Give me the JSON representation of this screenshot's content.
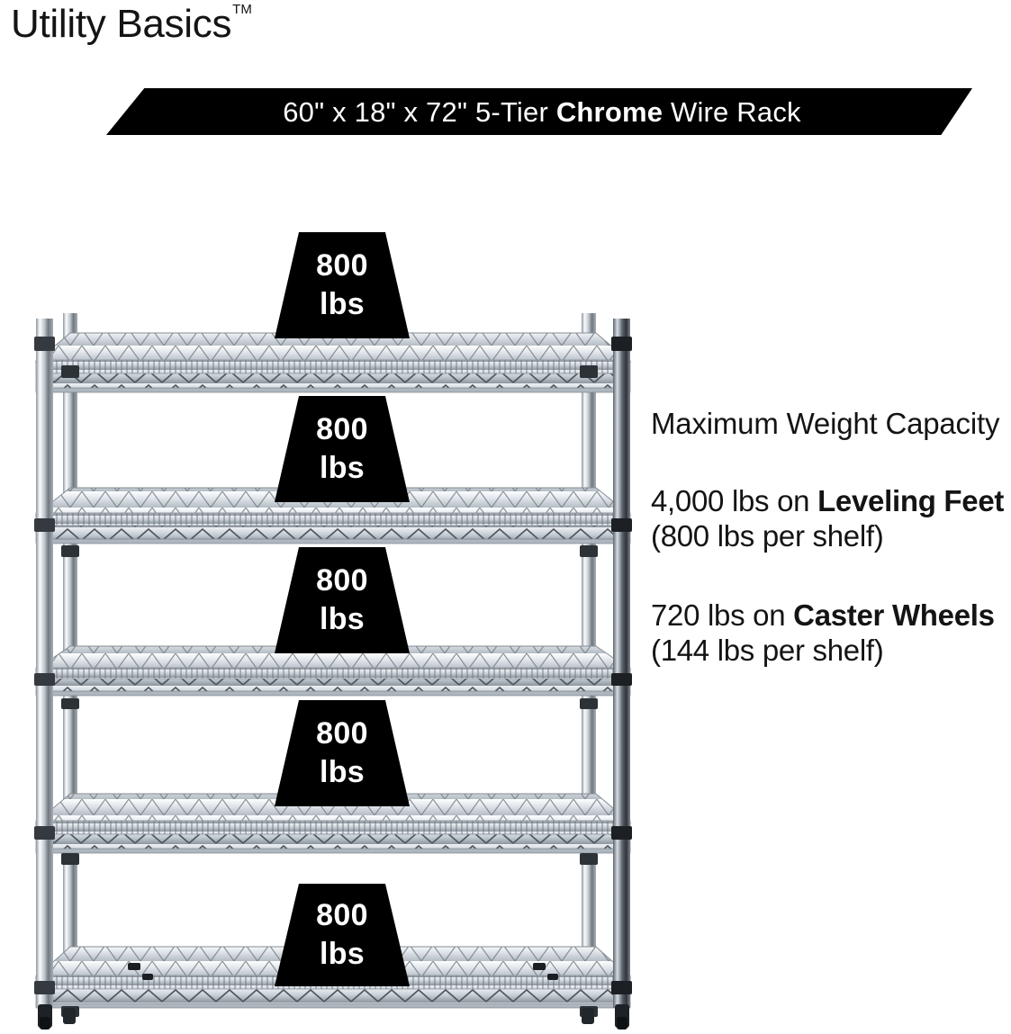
{
  "brand": {
    "name": "Utility Basics",
    "trademark": "TM"
  },
  "banner": {
    "dimensions": "60\" x 18\" x 72\"",
    "tier": "5-Tier",
    "material": "Chrome",
    "product": "Wire Rack",
    "full_text": "60\" x 18\" x 72\" 5-Tier Chrome Wire Rack",
    "background_color": "#000000",
    "text_color": "#ffffff"
  },
  "product": {
    "type": "5-tier chrome wire shelving rack",
    "shelf_count": 5,
    "post_count": 4,
    "feet_type": "leveling feet"
  },
  "weight_badges": [
    {
      "amount": "800",
      "unit": "lbs",
      "shelf": 1
    },
    {
      "amount": "800",
      "unit": "lbs",
      "shelf": 2
    },
    {
      "amount": "800",
      "unit": "lbs",
      "shelf": 3
    },
    {
      "amount": "800",
      "unit": "lbs",
      "shelf": 4
    },
    {
      "amount": "800",
      "unit": "lbs",
      "shelf": 5
    }
  ],
  "info": {
    "heading": "Maximum Weight Capacity",
    "leveling": {
      "total": "4,000 lbs on ",
      "bold": "Leveling Feet",
      "detail": " (800 lbs per shelf)"
    },
    "caster": {
      "total": "720 lbs on ",
      "bold": "Caster Wheels",
      "detail": " (144 lbs per shelf)"
    }
  },
  "colors": {
    "background": "#ffffff",
    "ink": "#141414",
    "badge": "#000000",
    "chrome_light": "#f2f4f6",
    "chrome_mid": "#b9c0c7",
    "chrome_dark": "#6e767e",
    "collar": "#2b2f33"
  }
}
